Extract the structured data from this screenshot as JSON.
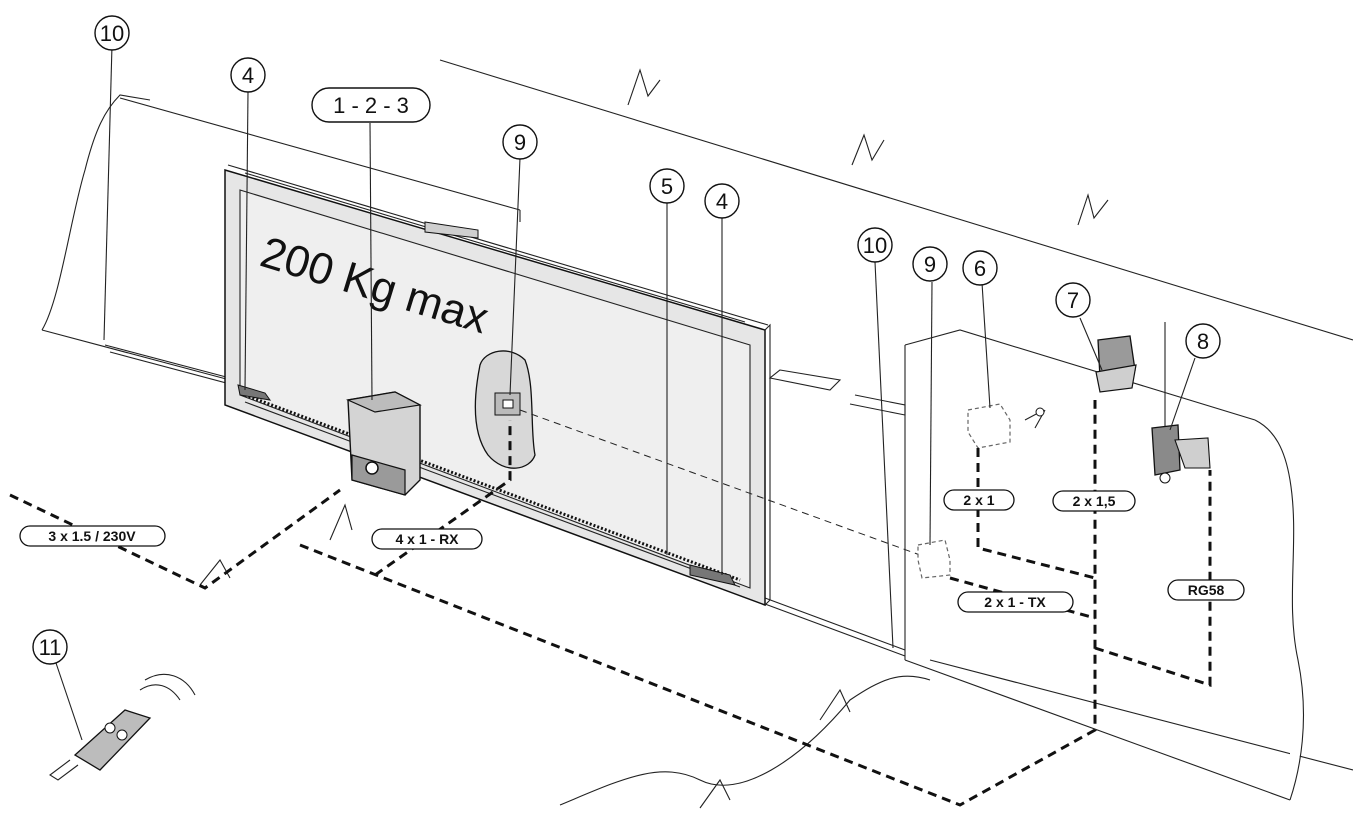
{
  "gate_label": "200 Kg max",
  "callouts": {
    "c10a": "10",
    "c4a": "4",
    "c123": "1 - 2 - 3",
    "c9a": "9",
    "c5": "5",
    "c4b": "4",
    "c10b": "10",
    "c9b": "9",
    "c6": "6",
    "c7": "7",
    "c8": "8",
    "c11": "11"
  },
  "cables": {
    "power": "3 x 1.5 / 230V",
    "rx": "4 x 1 - RX",
    "key": "2 x 1",
    "lamp": "2 x 1,5",
    "tx": "2 x 1 - TX",
    "antenna": "RG58"
  },
  "colors": {
    "line": "#111111",
    "gate_fill": "#ececec",
    "part_fill": "#cfcfcf"
  }
}
